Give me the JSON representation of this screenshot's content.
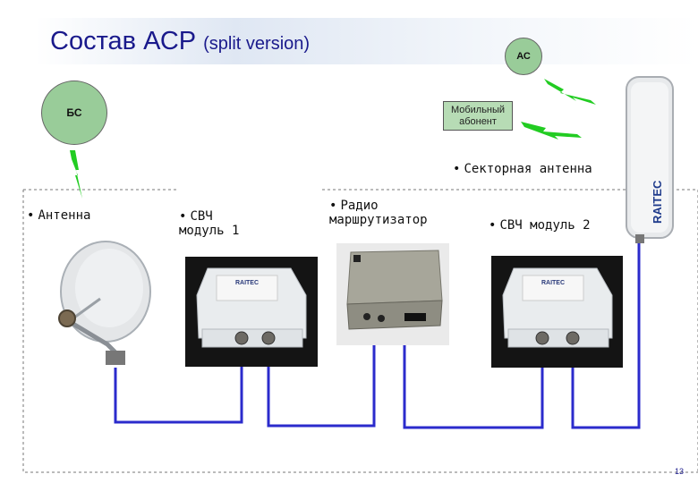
{
  "title": {
    "main": "Состав АСР",
    "sub": "(split version)"
  },
  "nodes": {
    "bs": "БС",
    "ac": "АС",
    "mobile": [
      "Мобильный",
      "абонент"
    ]
  },
  "labels": {
    "sector_antenna": "Секторная антенна",
    "antenna": "Антенна",
    "svch1": [
      "СВЧ",
      "модуль 1"
    ],
    "router": [
      "Радио",
      "маршрутизатор"
    ],
    "svch2": "СВЧ модуль 2"
  },
  "device_text": {
    "brand": "RAITEC",
    "module_brand": "RAITEC"
  },
  "page_number": "13",
  "colors": {
    "title": "#1a1a8c",
    "node_fill": "#99cc99",
    "box_fill": "#b7dcb5",
    "cable": "#2b2bcc",
    "lightning": "#22cc22"
  },
  "icons": {
    "bullet": "•"
  }
}
